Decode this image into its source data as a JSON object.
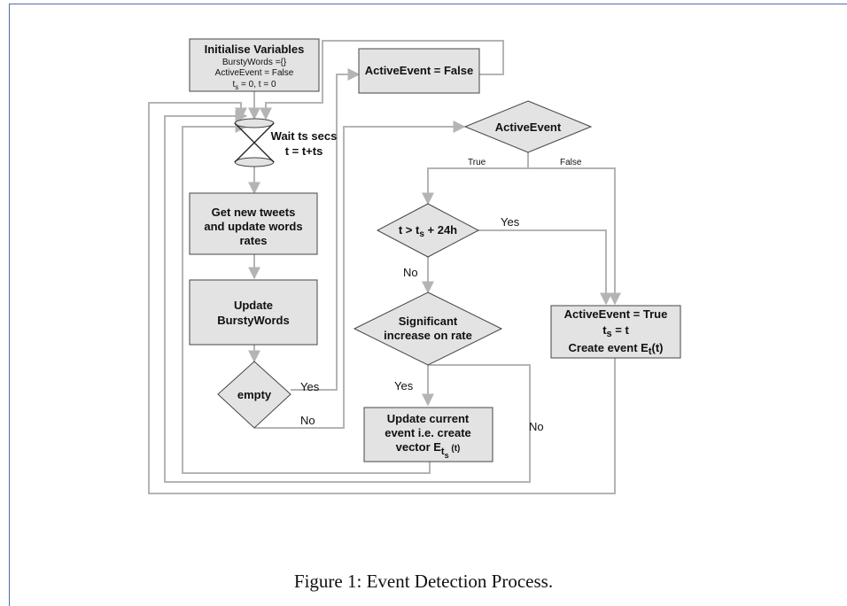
{
  "figure": {
    "caption": "Figure 1: Event Detection Process."
  },
  "nodes": {
    "init": {
      "title": "Initialise Variables",
      "line1": "BurstyWords ={}",
      "line2": "ActiveEvent = False",
      "line3_prefix": "t",
      "line3_sub": "s",
      "line3_rest": " = 0, t = 0"
    },
    "active_false": {
      "label": "ActiveEvent = False"
    },
    "wait": {
      "line1": "Wait ts secs",
      "line2": "t = t+ts"
    },
    "get_tweets": {
      "line1": "Get new tweets",
      "line2": "and update words",
      "line3": "rates"
    },
    "update_bursty": {
      "line1": "Update",
      "line2": "BurstyWords"
    },
    "empty": {
      "label": "empty"
    },
    "active_event": {
      "label": "ActiveEvent"
    },
    "t_check": {
      "prefix": "t > t",
      "sub": "s",
      "suffix": " + 24h"
    },
    "significant": {
      "line1": "Significant",
      "line2": "increase on rate"
    },
    "update_current": {
      "line1": "Update current",
      "line2": "event i.e. create",
      "line3_prefix": "vector E",
      "line3_sub": "t",
      "line3_subsub": "s",
      "line3_suffix": " (t)"
    },
    "active_true": {
      "line1": "ActiveEvent = True",
      "line2_prefix": "t",
      "line2_sub": "s",
      "line2_suffix": " = t",
      "line3_prefix": "Create event E",
      "line3_sub": "t",
      "line3_suffix": "(t)"
    }
  },
  "edge_labels": {
    "empty_yes": "Yes",
    "empty_no": "No",
    "active_true": "True",
    "active_false": "False",
    "tcheck_yes": "Yes",
    "tcheck_no": "No",
    "sig_yes": "Yes",
    "sig_no": "No"
  },
  "colors": {
    "node_fill": "#e3e3e3",
    "connector": "#b4b4b4",
    "frame": "#4a6fa5"
  }
}
